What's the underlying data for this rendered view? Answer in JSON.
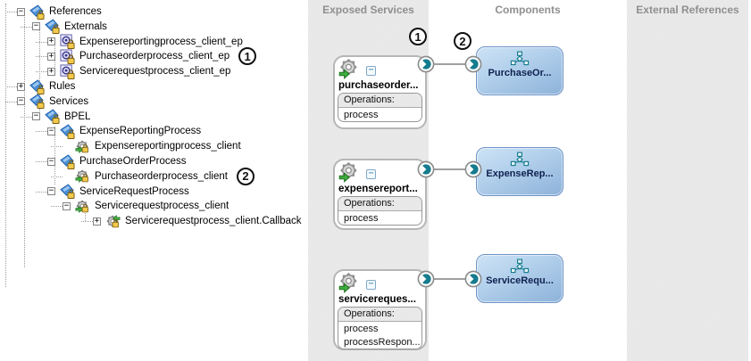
{
  "tree": {
    "rows": [
      {
        "label": "References",
        "level": 0,
        "expand": "minus",
        "icon": "composite"
      },
      {
        "label": "Externals",
        "level": 1,
        "expand": "minus",
        "icon": "composite"
      },
      {
        "label": "Expensereportingprocess_client_ep",
        "level": 2,
        "expand": "plus",
        "icon": "endpoint"
      },
      {
        "label": "Purchaseorderprocess_client_ep",
        "level": 2,
        "expand": "plus",
        "icon": "endpoint",
        "annotation": "1"
      },
      {
        "label": "Servicerequestprocess_client_ep",
        "level": 2,
        "expand": "plus",
        "icon": "endpoint"
      },
      {
        "label": "Rules",
        "level": 0,
        "expand": "plus",
        "icon": "composite"
      },
      {
        "label": "Services",
        "level": 0,
        "expand": "minus",
        "icon": "composite"
      },
      {
        "label": "BPEL",
        "level": 1,
        "expand": "minus",
        "icon": "composite"
      },
      {
        "label": "ExpenseReportingProcess",
        "level": 2,
        "expand": "minus",
        "icon": "composite"
      },
      {
        "label": "Expensereportingprocess_client",
        "level": 3,
        "expand": "none",
        "icon": "gear-in"
      },
      {
        "label": "PurchaseOrderProcess",
        "level": 2,
        "expand": "minus",
        "icon": "composite"
      },
      {
        "label": "Purchaseorderprocess_client",
        "level": 3,
        "expand": "none",
        "icon": "gear-in",
        "annotation": "2"
      },
      {
        "label": "ServiceRequestProcess",
        "level": 2,
        "expand": "minus",
        "icon": "composite"
      },
      {
        "label": "Servicerequestprocess_client",
        "level": 3,
        "expand": "minus",
        "icon": "gear-in"
      },
      {
        "label": "Servicerequestprocess_client.Callback",
        "level": 5,
        "expand": "plus",
        "icon": "gear-out"
      }
    ]
  },
  "diagram": {
    "headers": {
      "exposed": "Exposed Services",
      "components": "Components",
      "external": "External References"
    },
    "services": [
      {
        "label": "purchaseorder...",
        "operations_title": "Operations:",
        "operations": [
          "process"
        ]
      },
      {
        "label": "expensereport...",
        "operations_title": "Operations:",
        "operations": [
          "process"
        ]
      },
      {
        "label": "servicereques...",
        "operations_title": "Operations:",
        "operations": [
          "process",
          "processRespon..."
        ]
      }
    ],
    "components": [
      {
        "label": "PurchaseOr..."
      },
      {
        "label": "ExpenseRep..."
      },
      {
        "label": "ServiceRequ..."
      }
    ],
    "annotations": [
      {
        "label": "1"
      },
      {
        "label": "2"
      }
    ]
  },
  "colors": {
    "accent": "#157c8f",
    "comp_border": "#6e93c8",
    "comp_fill_light": "#c8e0f4",
    "comp_fill_dark": "#7fa9d4",
    "comp_label": "#0f2150",
    "header_text": "#8f8f8f",
    "line_grey": "#a0a0a0",
    "lock_gold": "#f2c94c",
    "arrow_green": "#3fae3f",
    "annotation": "#111111"
  }
}
